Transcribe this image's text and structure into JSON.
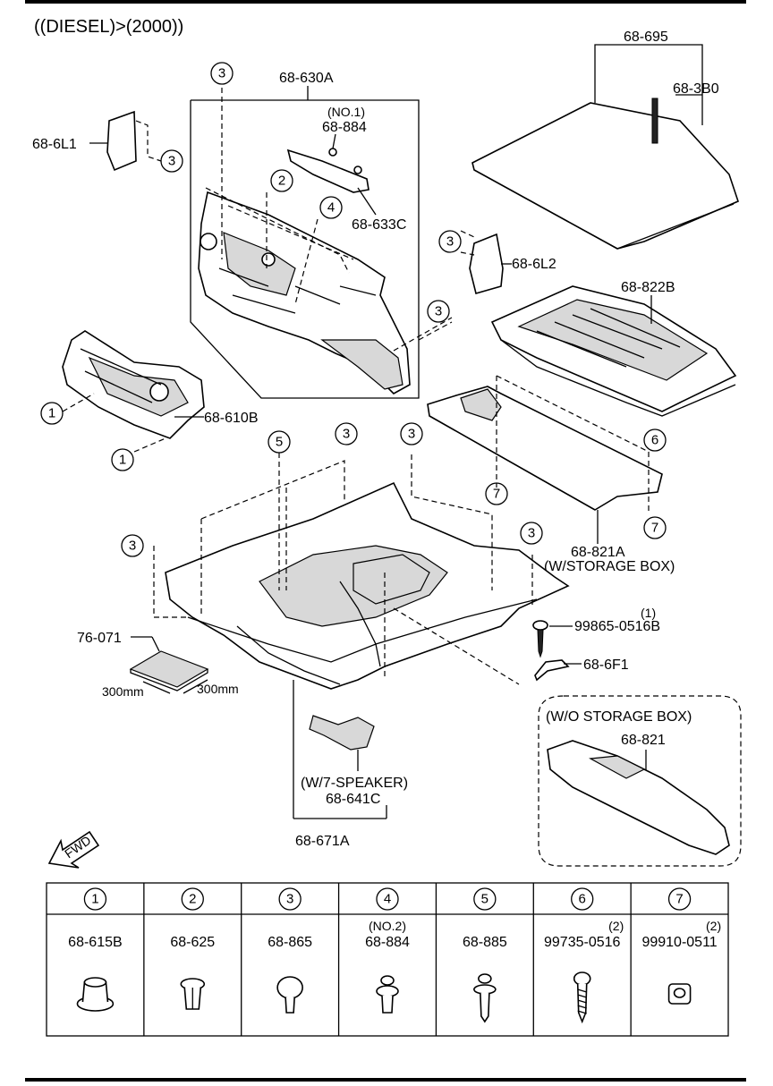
{
  "header": {
    "title": "((DIESEL)>(2000))"
  },
  "callouts": {
    "c1": "1",
    "c2": "2",
    "c3": "3",
    "c4": "4",
    "c5": "5",
    "c6": "6",
    "c7": "7"
  },
  "parts": {
    "p_68_630A": "68-630A",
    "p_68_6L1": "68-6L1",
    "p_no1": "(NO.1)",
    "p_68_884": "68-884",
    "p_68_633C": "68-633C",
    "p_68_695": "68-695",
    "p_68_3B0": "68-3B0",
    "p_68_6L2": "68-6L2",
    "p_68_822B": "68-822B",
    "p_68_610B": "68-610B",
    "p_68_821A": "68-821A",
    "p_w_storage_box": "(W/STORAGE BOX)",
    "p_qty1": "(1)",
    "p_99865": "99865-0516B",
    "p_68_6F1": "68-6F1",
    "p_76_071": "76-071",
    "p_300mm_a": "300mm",
    "p_300mm_b": "300mm",
    "p_w7_speaker": "(W/7-SPEAKER)",
    "p_68_641C": "68-641C",
    "p_68_671A": "68-671A",
    "p_wo_storage_box": "(W/O STORAGE BOX)",
    "p_68_821": "68-821",
    "fwd": "FWD"
  },
  "legend": [
    {
      "num": "1",
      "note": "",
      "qty": "",
      "part": "68-615B",
      "icon": "push-nut-clip-icon"
    },
    {
      "num": "2",
      "note": "",
      "qty": "",
      "part": "68-625",
      "icon": "push-rivet-clip-icon"
    },
    {
      "num": "3",
      "note": "",
      "qty": "",
      "part": "68-865",
      "icon": "mushroom-clip-icon"
    },
    {
      "num": "4",
      "note": "(NO.2)",
      "qty": "",
      "part": "68-884",
      "icon": "stacked-clip-icon"
    },
    {
      "num": "5",
      "note": "",
      "qty": "",
      "part": "68-885",
      "icon": "screw-rivet-clip-icon"
    },
    {
      "num": "6",
      "note": "",
      "qty": "(2)",
      "part": "99735-0516",
      "icon": "tapping-screw-icon"
    },
    {
      "num": "7",
      "note": "",
      "qty": "(2)",
      "part": "99910-0511",
      "icon": "nut-clip-icon"
    }
  ]
}
